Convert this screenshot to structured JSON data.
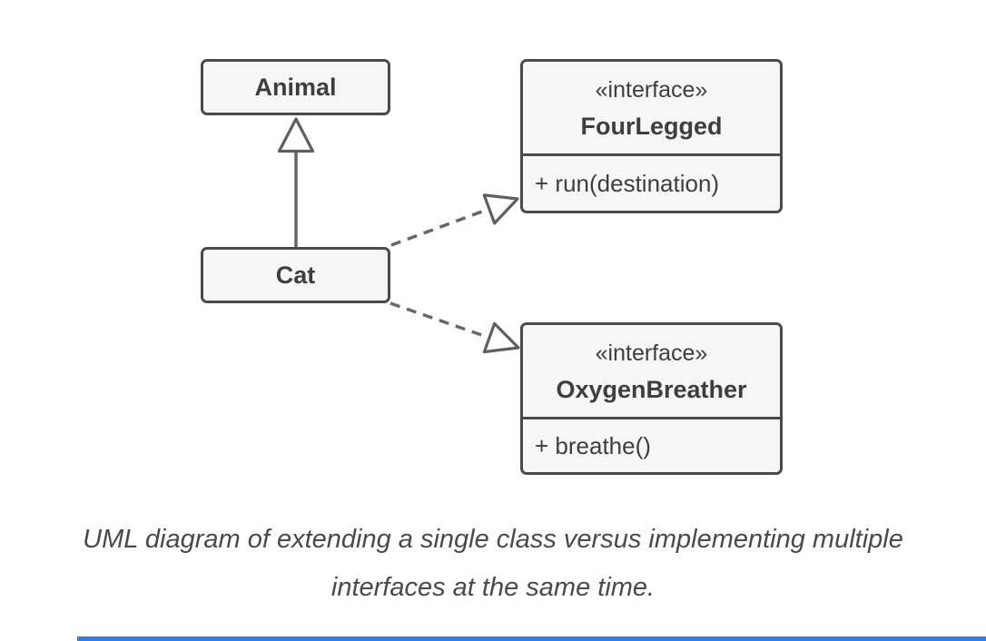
{
  "diagram": {
    "classes": {
      "animal": {
        "name": "Animal"
      },
      "cat": {
        "name": "Cat"
      }
    },
    "interfaces": {
      "fourlegged": {
        "stereotype": "«interface»",
        "name": "FourLegged",
        "methods": [
          "+ run(destination)"
        ]
      },
      "oxygenbreather": {
        "stereotype": "«interface»",
        "name": "OxygenBreather",
        "methods": [
          "+ breathe()"
        ]
      }
    },
    "relations": [
      {
        "from": "Cat",
        "to": "Animal",
        "type": "extends",
        "line": "solid",
        "arrowhead": "hollow-triangle"
      },
      {
        "from": "Cat",
        "to": "FourLegged",
        "type": "implements",
        "line": "dashed",
        "arrowhead": "hollow-triangle"
      },
      {
        "from": "Cat",
        "to": "OxygenBreather",
        "type": "implements",
        "line": "dashed",
        "arrowhead": "hollow-triangle"
      }
    ]
  },
  "caption": {
    "line1": "UML diagram of extending a single class versus implementing multiple",
    "line2": "interfaces at the same time."
  },
  "colors": {
    "box_border": "#4a4a4a",
    "box_fill": "#f6f6f6",
    "arrow_stroke": "#666666",
    "box_text": "#3e3e3e",
    "caption_text": "#4a4a4a",
    "bottom_bar": "#2e7df0",
    "background": "#ffffff"
  }
}
